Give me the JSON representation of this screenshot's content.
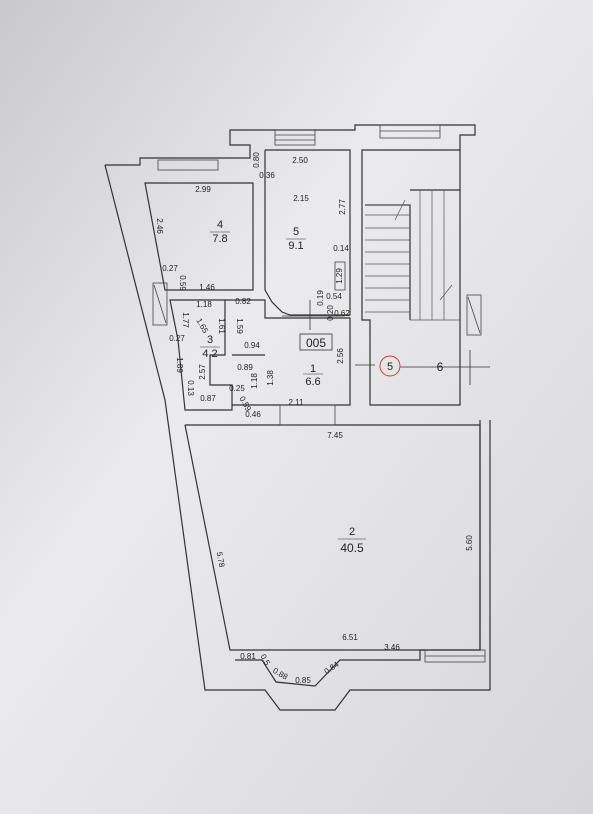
{
  "plan": {
    "unit_label": "005",
    "stair_marker": "5",
    "rooms": [
      {
        "id": "r1",
        "number": "1",
        "area": "6.6"
      },
      {
        "id": "r2",
        "number": "2",
        "area": "40.5"
      },
      {
        "id": "r3",
        "number": "3",
        "area": "4.2"
      },
      {
        "id": "r4",
        "number": "4",
        "area": "7.8"
      },
      {
        "id": "r5",
        "number": "5",
        "area": "9.1"
      },
      {
        "id": "r6",
        "number": "6",
        "area": ""
      }
    ],
    "dimensions": [
      "2.50",
      "0.80",
      "0.36",
      "2.15",
      "2.77",
      "0.14",
      "1.29",
      "2.99",
      "2.46",
      "0.27",
      "0.59",
      "1.46",
      "1.18",
      "0.82",
      "1.77",
      "0.27",
      "1.65",
      "1.61",
      "1.59",
      "0.19",
      "0.54",
      "0.20",
      "0.62",
      "0.94",
      "2.56",
      "1.89",
      "2.57",
      "0.89",
      "1.38",
      "1.18",
      "0.25",
      "0.87",
      "0.13",
      "0.59",
      "0.46",
      "2.11",
      "7.45",
      "5.78",
      "5.60",
      "6.51",
      "3.46",
      "0.81",
      "0.5",
      "0.88",
      "0.85",
      "0.84"
    ]
  }
}
